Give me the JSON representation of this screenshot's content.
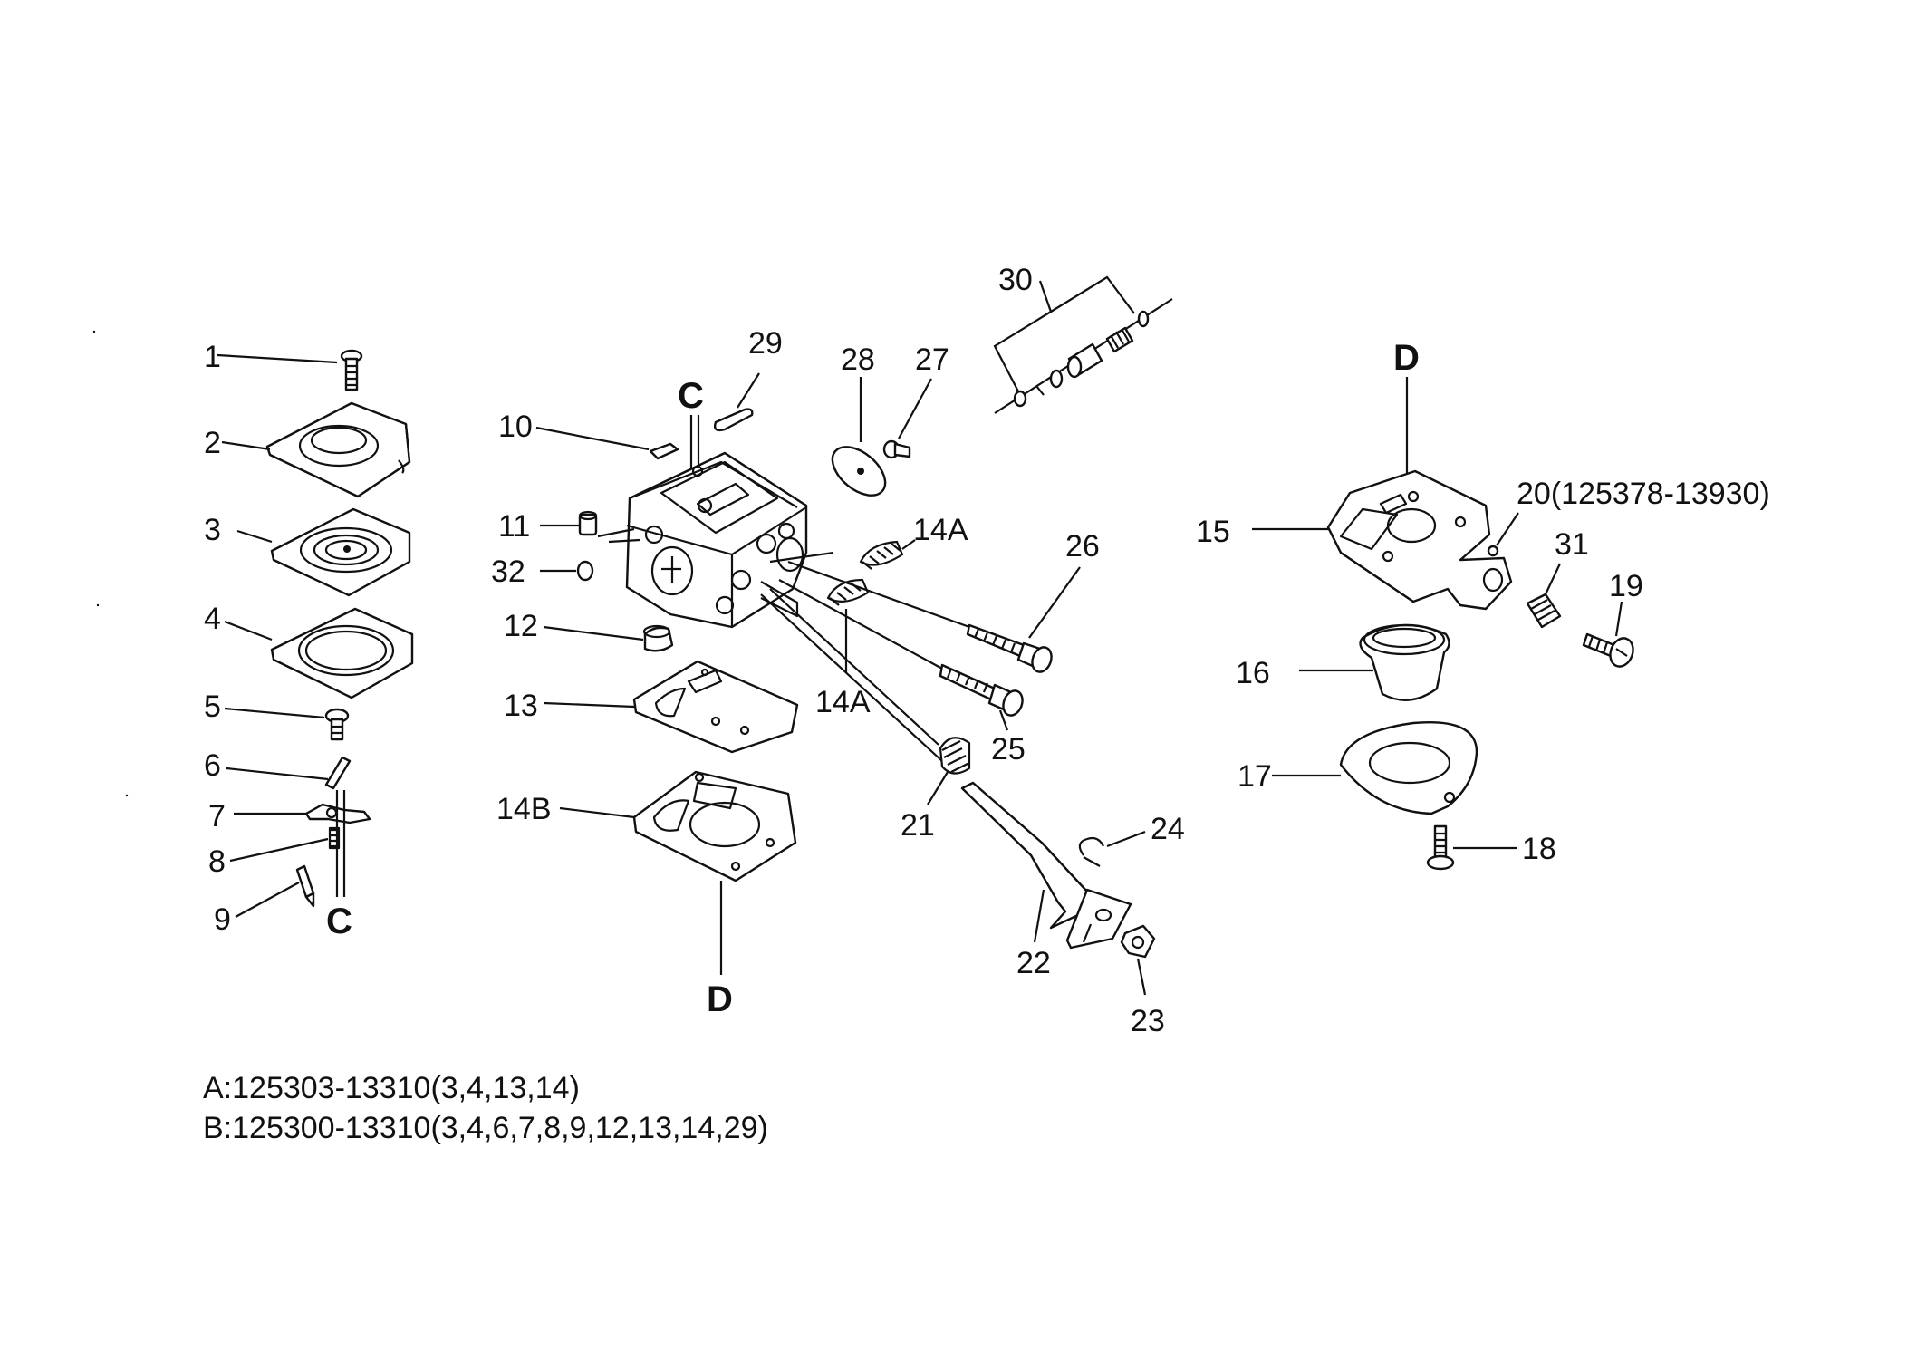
{
  "callouts": {
    "c1": "1",
    "c2": "2",
    "c3": "3",
    "c4": "4",
    "c5": "5",
    "c6": "6",
    "c7": "7",
    "c8": "8",
    "c9": "9",
    "c10": "10",
    "c11": "11",
    "c32": "32",
    "c12": "12",
    "c13": "13",
    "c14b": "14B",
    "c29": "29",
    "c28": "28",
    "c27": "27",
    "c30": "30",
    "c14a_top": "14A",
    "c14a_bot": "14A",
    "c26": "26",
    "c25": "25",
    "c21": "21",
    "c24": "24",
    "c22": "22",
    "c23": "23",
    "c15": "15",
    "c20": "20(125378-13930)",
    "c31": "31",
    "c19": "19",
    "c16": "16",
    "c17": "17",
    "c18": "18"
  },
  "connectors": {
    "c_top": "C",
    "c_bottom": "C",
    "d_top": "D",
    "d_bottom": "D"
  },
  "kits": [
    "A:125303-13310(3,4,13,14)",
    "B:125300-13310(3,4,6,7,8,9,12,13,14,29)"
  ]
}
